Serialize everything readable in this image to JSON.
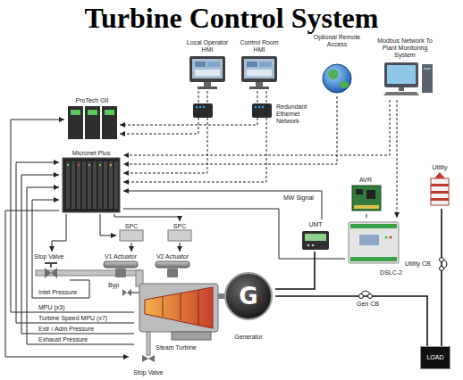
{
  "diagram": {
    "title": "Turbine Control System",
    "nodes": [
      {
        "text": [
          "Local Operator HMI"
        ]
      },
      {
        "text": [
          "Control Room HMI"
        ]
      },
      {
        "text": [
          "Optional Remote Access"
        ]
      },
      {
        "text": [
          "Modbus Network To Plant Monitoring System"
        ]
      },
      {
        "text": [
          "ProTech GII"
        ]
      },
      {
        "text": [
          "Micronet Plus"
        ]
      },
      {
        "text": [
          "AVR"
        ]
      },
      {
        "text": [
          "Utility"
        ]
      },
      {
        "text": [
          "SPC"
        ]
      },
      {
        "text": [
          "SPC"
        ]
      },
      {
        "text": [
          "UMT"
        ]
      },
      {
        "text": [
          "DSLC-2"
        ]
      },
      {
        "text": [
          "V1 Actuator"
        ]
      },
      {
        "text": [
          "V2 Actuator"
        ]
      },
      {
        "text": [
          "Stop Valve"
        ]
      },
      {
        "text": [
          "Steam Turbine"
        ]
      },
      {
        "text": [
          "G",
          "Generator"
        ]
      },
      {
        "text": [
          "LOAD"
        ]
      },
      {
        "text": [
          "Stop Valve"
        ]
      }
    ],
    "edges": [
      {
        "from": 0,
        "to": 5,
        "arrow": "to"
      },
      {
        "from": 1,
        "to": 5,
        "arrow": "to"
      },
      {
        "from": 2,
        "to": 5,
        "arrow": "to"
      },
      {
        "from": 3,
        "to": 5,
        "arrow": "to"
      },
      {
        "from": 3,
        "to": 11,
        "arrow": "to"
      },
      {
        "from": 0,
        "to": 4,
        "arrow": "to"
      },
      {
        "from": 1,
        "to": 4,
        "arrow": "to"
      },
      {
        "from": 5,
        "to": 8,
        "arrow": "to"
      },
      {
        "from": 5,
        "to": 9,
        "arrow": "to"
      },
      {
        "from": 8,
        "to": 12,
        "arrow": "to"
      },
      {
        "from": 9,
        "to": 13,
        "arrow": "to"
      },
      {
        "from": 10,
        "to": 5,
        "label": "MW Signal",
        "arrow": "to"
      },
      {
        "from": 11,
        "to": 5,
        "arrow": "none"
      },
      {
        "from": 11,
        "to": 6,
        "arrow": "none"
      },
      {
        "from": 15,
        "to": 4,
        "label": "MPU (x3)",
        "arrow": "to"
      },
      {
        "from": 15,
        "to": 5,
        "label": "Turbine Speed MPU (x7)",
        "arrow": "to"
      },
      {
        "from": 15,
        "to": 5,
        "label": "Extr / Adm Pressure",
        "arrow": "to"
      },
      {
        "from": 15,
        "to": 5,
        "label": "Exhaust Pressure",
        "arrow": "to"
      },
      {
        "from": 14,
        "to": 5,
        "label": "Inlet Pressure",
        "arrow": "to"
      },
      {
        "from": 5,
        "to": 14,
        "arrow": "to"
      },
      {
        "from": 5,
        "to": 18,
        "arrow": "to"
      },
      {
        "from": 16,
        "to": 10,
        "arrow": "none"
      },
      {
        "from": 16,
        "to": 17,
        "arrow": "none"
      },
      {
        "from": 7,
        "to": 17,
        "arrow": "none"
      }
    ],
    "labels": [
      "Redundant Ethernet Network",
      "Byp",
      "Utility CB",
      "Gen CB"
    ]
  }
}
